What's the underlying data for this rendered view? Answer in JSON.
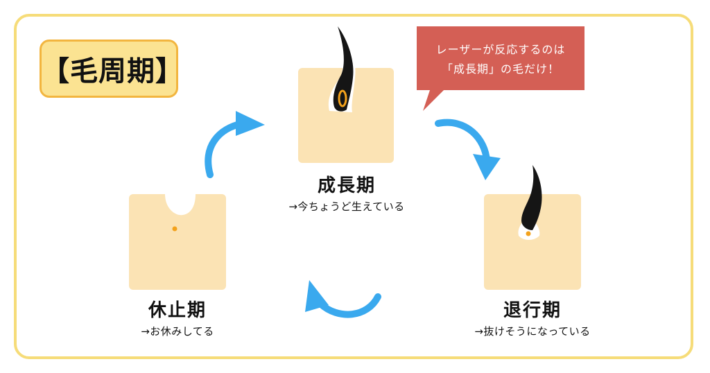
{
  "title": "【毛周期】",
  "callout": {
    "line1": "レーザーが反応するのは",
    "line2": "「成長期」の毛だけ！"
  },
  "stages": [
    {
      "name": "成長期",
      "desc": "→今ちょうど生えている"
    },
    {
      "name": "退行期",
      "desc": "→抜けそうになっている"
    },
    {
      "name": "休止期",
      "desc": "→お休みしてる"
    }
  ],
  "colors": {
    "frame": "#f6dc79",
    "badge": "#fbe392",
    "badge_border": "#f2b53f",
    "callout": "#d45f55",
    "skin": "#fbe3b4",
    "hair": "#151515",
    "bulb": "#f3a21c",
    "arrow": "#3aa9ee"
  },
  "icons": [
    "hair-growing-icon",
    "hair-regressing-icon",
    "hair-resting-icon",
    "cycle-arrow-icon"
  ]
}
